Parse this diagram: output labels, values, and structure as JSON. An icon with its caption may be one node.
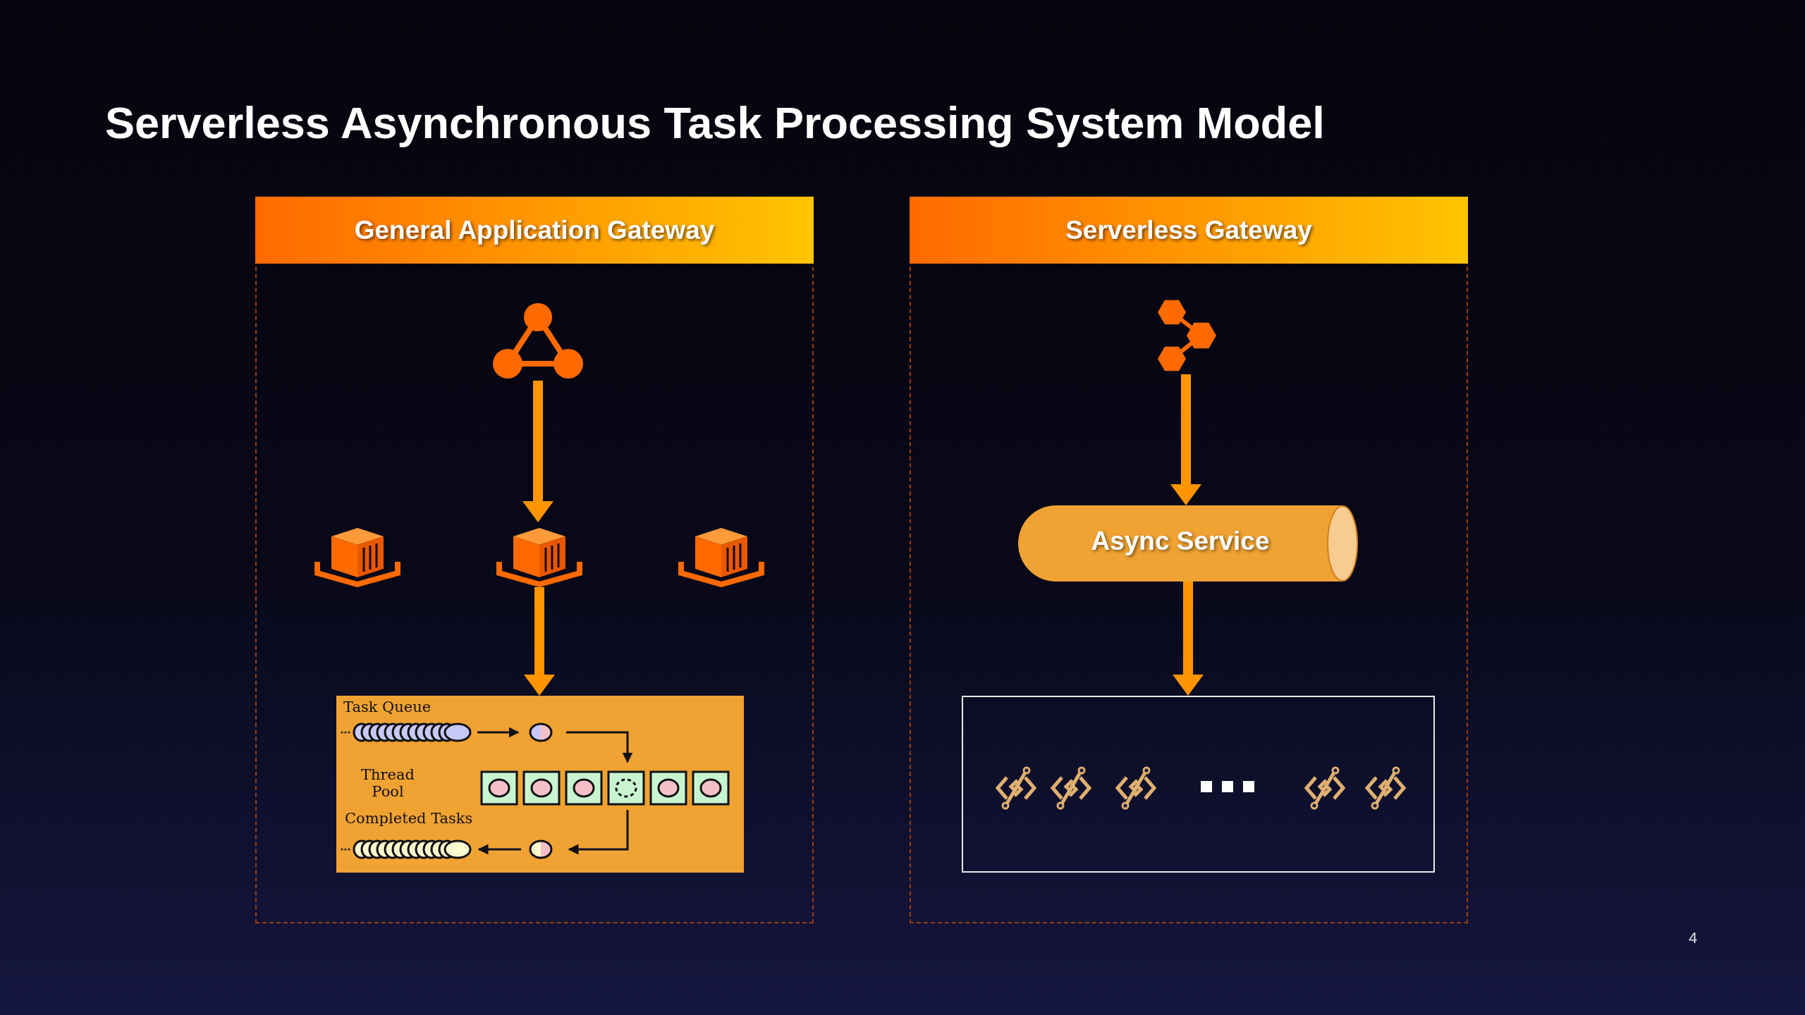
{
  "diagram": {
    "title": "Serverless Asynchronous Task Processing System Model",
    "nodes": [
      {
        "text": [
          "General Application Gateway"
        ]
      },
      {
        "text": [],
        "shape": "picture",
        "in": 0
      },
      {
        "text": [],
        "shape": "picture",
        "in": 0
      },
      {
        "text": [],
        "shape": "picture",
        "in": 0
      },
      {
        "text": [],
        "shape": "picture",
        "in": 0
      },
      {
        "text": [
          "Task Queue",
          "Thread Pool",
          "Completed Tasks"
        ],
        "in": 0
      },
      {
        "text": [
          "Serverless Gateway"
        ]
      },
      {
        "text": [],
        "shape": "picture",
        "in": 6
      },
      {
        "text": [
          "Async Service"
        ],
        "in": 6
      },
      {
        "text": [],
        "shape": "box",
        "in": 6
      },
      {
        "text": [],
        "shape": "picture",
        "in": 9
      },
      {
        "text": [],
        "shape": "picture",
        "in": 9
      },
      {
        "text": [],
        "shape": "picture",
        "in": 9
      },
      {
        "text": [],
        "shape": "picture",
        "in": 9
      },
      {
        "text": [],
        "shape": "picture",
        "in": 9
      }
    ],
    "edges": [
      {
        "from": 1,
        "to": 3,
        "arrow": "to"
      },
      {
        "from": 3,
        "to": 5,
        "arrow": "to"
      },
      {
        "from": 7,
        "to": 8,
        "arrow": "to"
      },
      {
        "from": 8,
        "to": 9,
        "arrow": "to"
      }
    ],
    "labels": [
      "4"
    ]
  }
}
